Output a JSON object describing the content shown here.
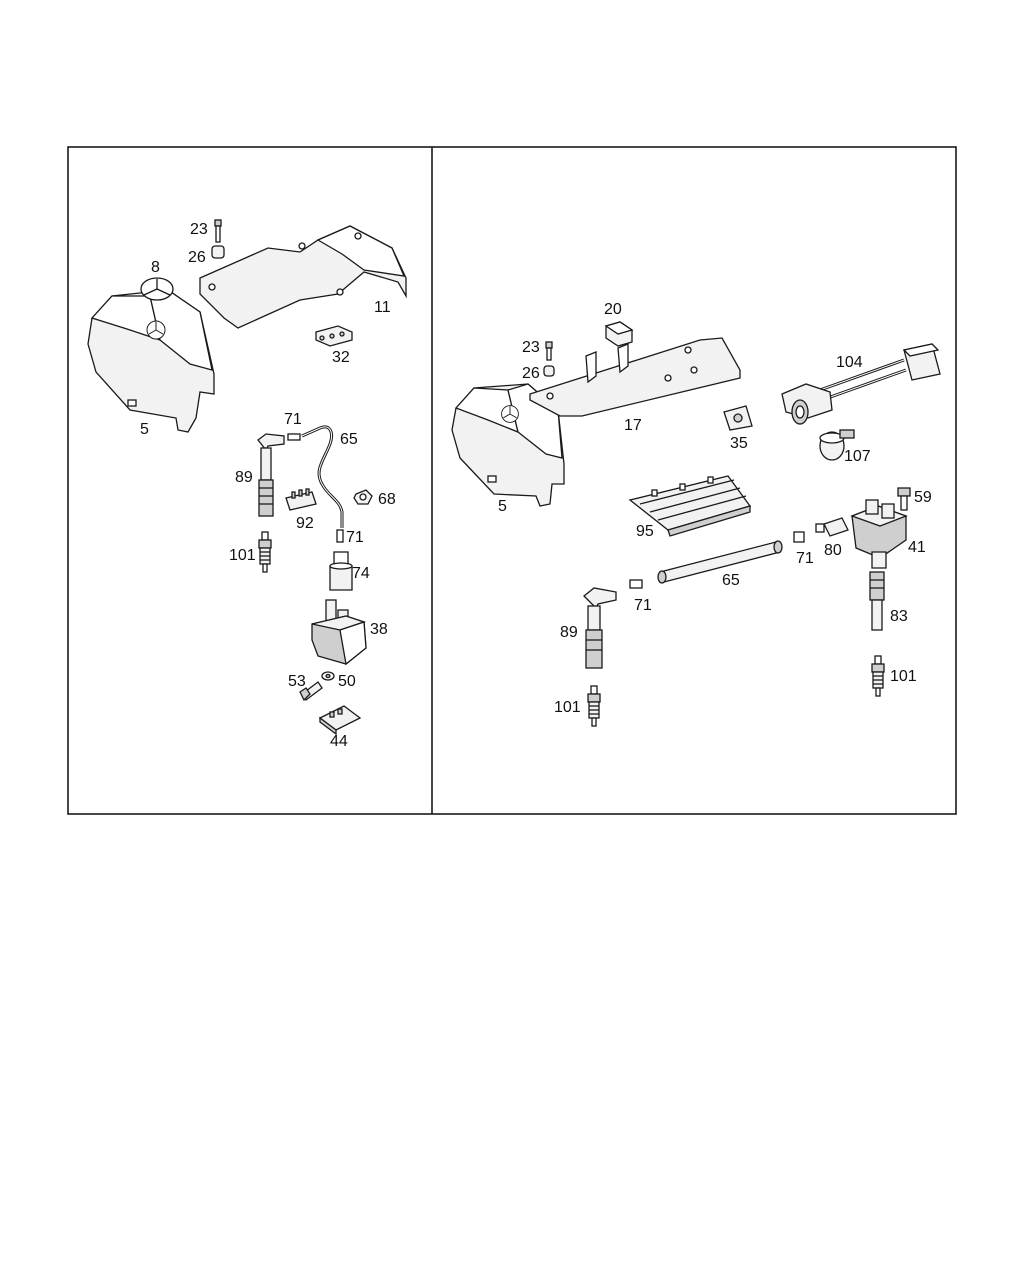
{
  "diagram": {
    "left_panel": {
      "callouts": {
        "c5": "5",
        "c8": "8",
        "c11": "11",
        "c23": "23",
        "c26": "26",
        "c32": "32",
        "c38": "38",
        "c44": "44",
        "c50": "50",
        "c53": "53",
        "c65": "65",
        "c68": "68",
        "c71a": "71",
        "c71b": "71",
        "c74": "74",
        "c89": "89",
        "c92": "92",
        "c101": "101"
      }
    },
    "right_panel": {
      "callouts": {
        "c5": "5",
        "c17": "17",
        "c20": "20",
        "c23": "23",
        "c26": "26",
        "c35": "35",
        "c41": "41",
        "c59": "59",
        "c65": "65",
        "c71a": "71",
        "c71b": "71",
        "c80": "80",
        "c83": "83",
        "c89": "89",
        "c95": "95",
        "c101a": "101",
        "c101b": "101",
        "c104": "104",
        "c107": "107"
      }
    }
  }
}
